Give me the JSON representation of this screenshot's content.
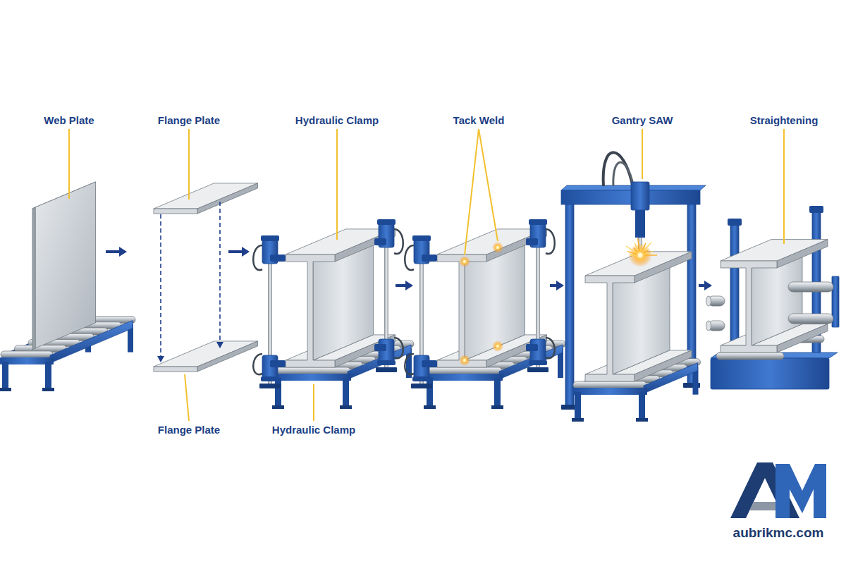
{
  "diagram": {
    "labels": [
      "Web Plate",
      "Flange Plate",
      "Hydraulic Clamp",
      "Tack Weld",
      "Gantry SAW",
      "Straightening",
      "Flange Plate",
      "Hydraulic Clamp",
      "aubrikmc.com"
    ]
  }
}
